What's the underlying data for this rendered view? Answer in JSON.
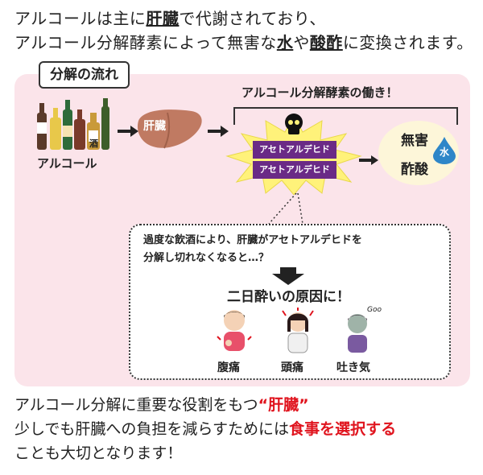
{
  "intro": {
    "line1_a": "アルコールは主に",
    "line1_b": "肝臓",
    "line1_c": "で代謝されており、",
    "line2_a": "アルコール分解酵素によって無害な",
    "line2_b": "水",
    "line2_c": "や",
    "line2_d": "酸酢",
    "line2_e": "に変換されます。"
  },
  "diagram": {
    "tag": "分解の流れ",
    "enzyme_title": "アルコール分解酵素の働き！",
    "alcohol_label": "アルコール",
    "liver_label": "肝臓",
    "aldehyde_1": "アセトアルデヒド",
    "aldehyde_2": "アセトアルデヒド",
    "product_harmless": "無害",
    "product_acid": "酢酸",
    "product_water": "水",
    "bubble_line1": "過度な飲酒により、肝臓がアセトアルデヒドを",
    "bubble_line2": "分解し切れなくなると…？",
    "hangover_title": "二日酔いの原因に！",
    "symptoms": [
      "腹痛",
      "頭痛",
      "吐き気"
    ],
    "bottle_label": "酒",
    "nausea_mark": "Goo"
  },
  "outro": {
    "line1_a": "アルコール分解に重要な役割をもつ",
    "line1_b": "“肝臓”",
    "line2_a": "少しでも肝臓への負担を減らすためには",
    "line2_b": "食事を選択する",
    "line3": "ことも大切となります！"
  },
  "colors": {
    "panel": "#fbe4ea",
    "accent_red": "#e0141e",
    "aldehyde_box": "#6a2a86",
    "burst": "#fff27a",
    "liver": "#c07a62"
  }
}
